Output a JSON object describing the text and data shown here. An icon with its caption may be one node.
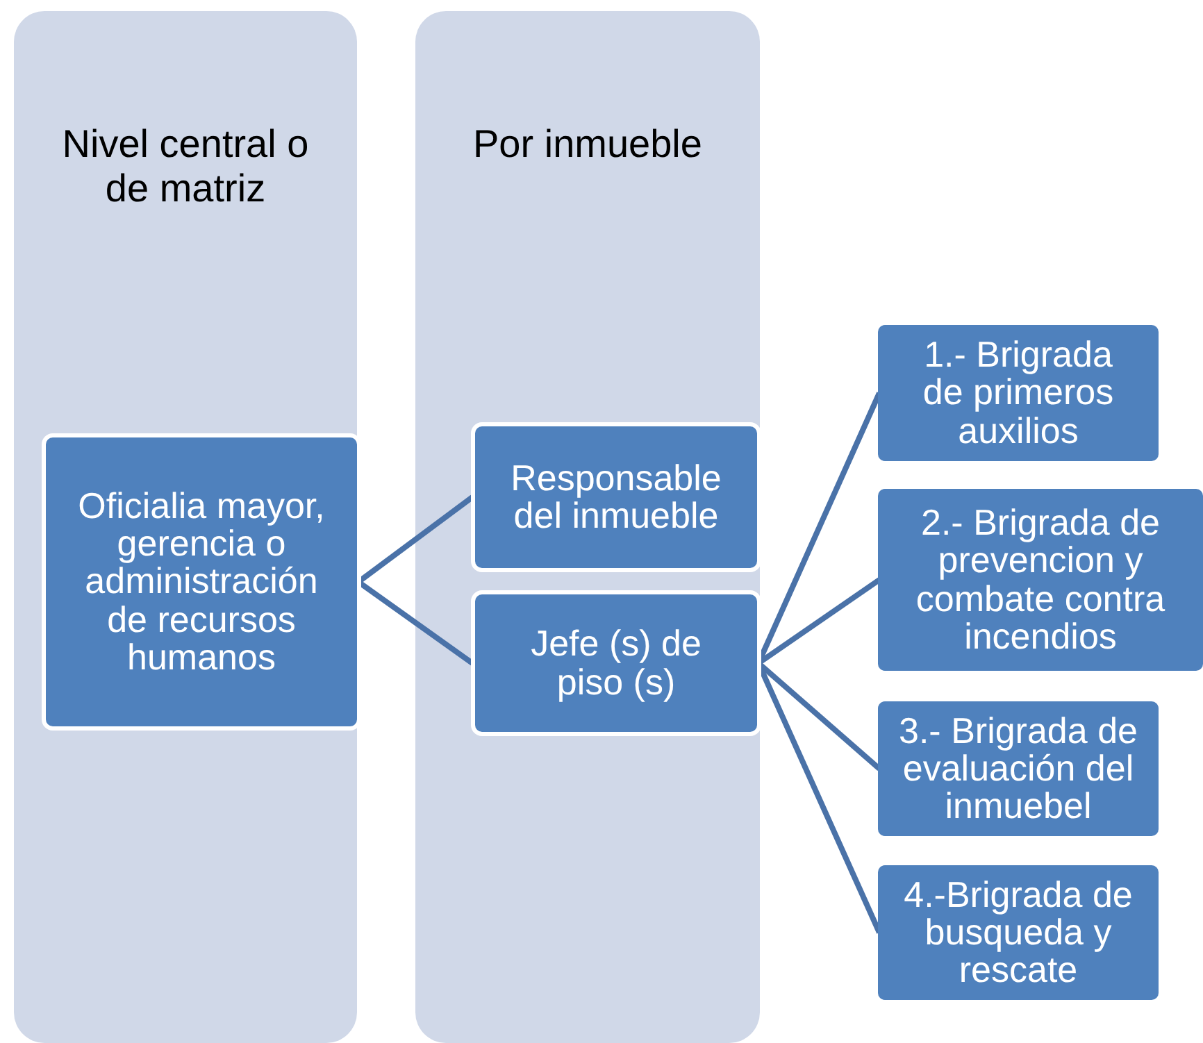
{
  "diagram": {
    "nodes": [
      {
        "text": [
          "Nivel central o de matriz"
        ]
      },
      {
        "text": [
          "Por inmueble"
        ]
      },
      {
        "text": [
          "Oficialia mayor, gerencia o administración de recursos humanos"
        ],
        "in": 0
      },
      {
        "text": [
          "Responsable del inmueble"
        ],
        "in": 1
      },
      {
        "text": [
          "Jefe (s) de piso (s)"
        ],
        "in": 1
      },
      {
        "text": [
          "1.- Brigrada de primeros auxilios"
        ]
      },
      {
        "text": [
          "2.- Brigrada de prevencion y combate contra incendios"
        ]
      },
      {
        "text": [
          "3.- Brigrada de evaluación del inmuebel"
        ]
      },
      {
        "text": [
          "4.-Brigrada de busqueda y rescate"
        ]
      }
    ],
    "edges": [
      {
        "from": 2,
        "to": 3,
        "arrow": "none"
      },
      {
        "from": 2,
        "to": 4,
        "arrow": "none"
      },
      {
        "from": 4,
        "to": 5,
        "arrow": "none"
      },
      {
        "from": 4,
        "to": 6,
        "arrow": "none"
      },
      {
        "from": 4,
        "to": 7,
        "arrow": "none"
      },
      {
        "from": 4,
        "to": 8,
        "arrow": "none"
      }
    ]
  }
}
